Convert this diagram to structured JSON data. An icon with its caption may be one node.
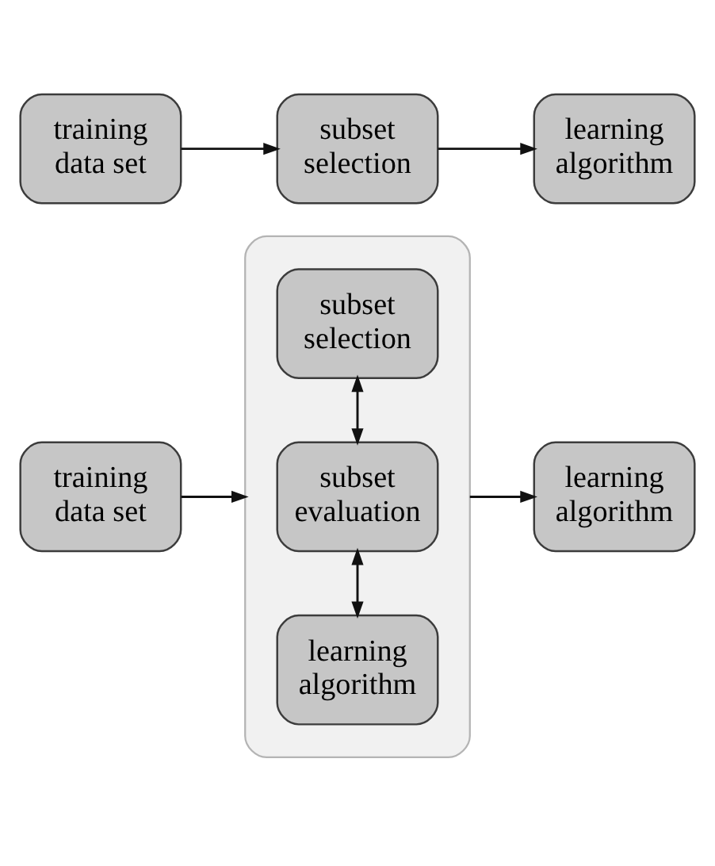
{
  "diagram": {
    "nodes": [
      {
        "text": [
          "training data set"
        ]
      },
      {
        "text": [
          "subset selection"
        ]
      },
      {
        "text": [
          "learning algorithm"
        ]
      },
      {
        "text": [
          "training data set"
        ]
      },
      {
        "text": [],
        "shape": "box"
      },
      {
        "text": [
          "subset selection"
        ],
        "in": 4
      },
      {
        "text": [
          "subset evaluation"
        ],
        "in": 4
      },
      {
        "text": [
          "learning algorithm"
        ],
        "in": 4
      },
      {
        "text": [
          "learning algorithm"
        ]
      }
    ],
    "edges": [
      {
        "from": 0,
        "to": 1,
        "arrow": "to"
      },
      {
        "from": 1,
        "to": 2,
        "arrow": "to"
      },
      {
        "from": 3,
        "to": 4,
        "arrow": "to"
      },
      {
        "from": 5,
        "to": 6,
        "arrow": "both"
      },
      {
        "from": 6,
        "to": 7,
        "arrow": "both"
      },
      {
        "from": 4,
        "to": 8,
        "arrow": "to"
      }
    ]
  }
}
